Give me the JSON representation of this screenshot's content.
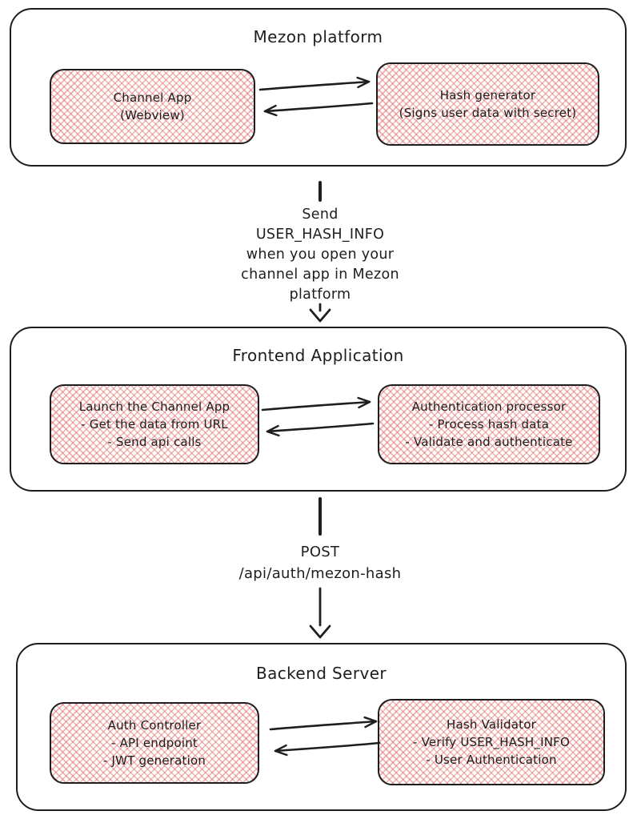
{
  "colors": {
    "stroke": "#1e1e1e",
    "hatch": "#e26464",
    "background": "#ffffff"
  },
  "containers": [
    {
      "title": "Mezon platform",
      "left": "Channel App\n(Webview)",
      "right": "Hash generator\n(Signs user data with secret)"
    },
    {
      "title": "Frontend Application",
      "left": "Launch the Channel App\n- Get the data from URL\n- Send api calls",
      "right": "Authentication processor\n- Process hash data\n- Validate and authenticate"
    },
    {
      "title": "Backend Server",
      "left": "Auth Controller\n- API endpoint\n- JWT generation",
      "right": "Hash Validator\n- Verify USER_HASH_INFO\n- User Authentication"
    }
  ],
  "connectors": [
    {
      "label": "Send\nUSER_HASH_INFO\nwhen you open your\nchannel app in Mezon\nplatform"
    },
    {
      "label": "POST\n/api/auth/mezon-hash"
    }
  ]
}
